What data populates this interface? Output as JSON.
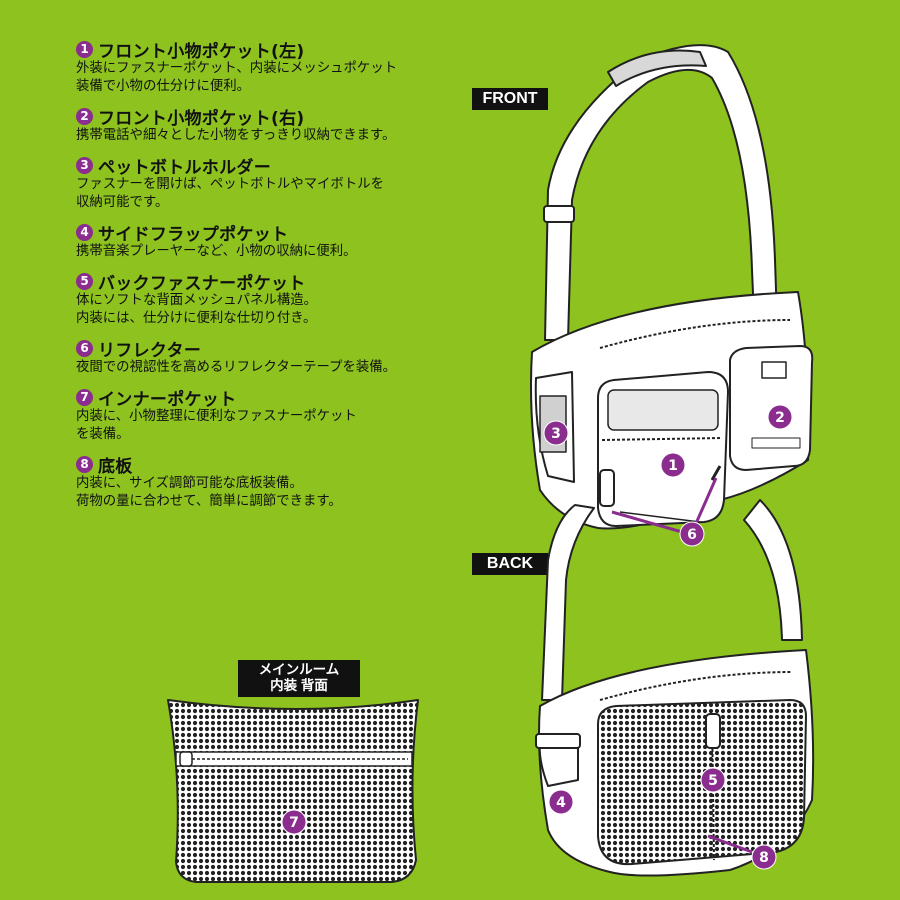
{
  "features": [
    {
      "num": "1",
      "title": "フロント小物ポケット(左)",
      "desc": "外装にファスナーポケット、内装にメッシュポケット\n装備で小物の仕分けに便利。"
    },
    {
      "num": "2",
      "title": "フロント小物ポケット(右)",
      "desc": "携帯電話や細々とした小物をすっきり収納できます。"
    },
    {
      "num": "3",
      "title": "ペットボトルホルダー",
      "desc": "ファスナーを開けば、ペットボトルやマイボトルを\n収納可能です。"
    },
    {
      "num": "4",
      "title": "サイドフラップポケット",
      "desc": "携帯音楽プレーヤーなど、小物の収納に便利。"
    },
    {
      "num": "5",
      "title": "バックファスナーポケット",
      "desc": "体にソフトな背面メッシュパネル構造。\n内装には、仕分けに便利な仕切り付き。"
    },
    {
      "num": "6",
      "title": "リフレクター",
      "desc": "夜間での視認性を高めるリフレクターテープを装備。"
    },
    {
      "num": "7",
      "title": "インナーポケット",
      "desc": "内装に、小物整理に便利なファスナーポケット\nを装備。"
    },
    {
      "num": "8",
      "title": "底板",
      "desc": "内装に、サイズ調節可能な底板装備。\n荷物の量に合わせて、簡単に調節できます。"
    }
  ],
  "labels": {
    "front": "FRONT",
    "back": "BACK",
    "main_room_line1": "メインルーム",
    "main_room_line2": "内装 背面"
  },
  "callouts": {
    "c1": "1",
    "c2": "2",
    "c3": "3",
    "c4": "4",
    "c5": "5",
    "c6": "6",
    "c7": "7",
    "c8": "8"
  },
  "colors": {
    "background": "#8dc21f",
    "badge": "#8a2d8e",
    "label_bg": "#111111",
    "outline": "#222222"
  }
}
